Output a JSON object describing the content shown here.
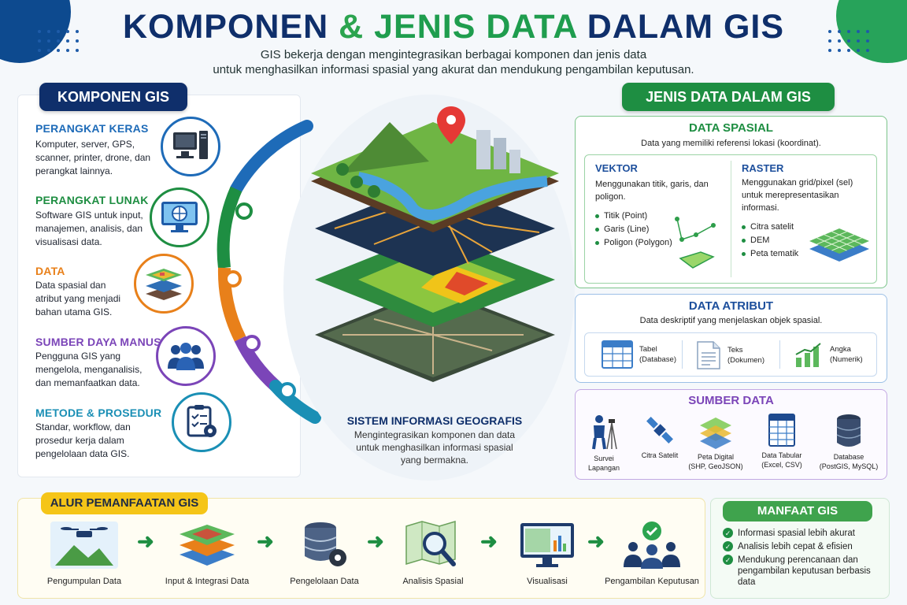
{
  "header": {
    "title_part1": "KOMPONEN",
    "title_amp": "&",
    "title_part2": "JENIS DATA",
    "title_part3": "DALAM GIS",
    "subtitle_line1": "GIS bekerja dengan mengintegrasikan berbagai komponen dan jenis data",
    "subtitle_line2": "untuk menghasilkan informasi spasial yang akurat dan mendukung pengambilan keputusan."
  },
  "components": {
    "heading": "KOMPONEN GIS",
    "items": [
      {
        "title": "PERANGKAT KERAS",
        "desc": "Komputer, server, GPS, scanner, printer, drone, dan perangkat lainnya.",
        "color": "#1e6bb8",
        "icon": "computer-icon"
      },
      {
        "title": "PERANGKAT LUNAK",
        "desc": "Software GIS untuk input, manajemen, analisis, dan visualisasi data.",
        "color": "#1e8e42",
        "icon": "monitor-globe-icon"
      },
      {
        "title": "DATA",
        "desc": "Data spasial dan atribut yang menjadi bahan utama GIS.",
        "color": "#e8801a",
        "icon": "map-layers-icon"
      },
      {
        "title": "SUMBER DAYA MANUSIA",
        "desc": "Pengguna GIS yang mengelola, menganalisis, dan memanfaatkan data.",
        "color": "#7b45b8",
        "icon": "people-icon"
      },
      {
        "title": "METODE & PROSEDUR",
        "desc": "Standar, workflow, dan prosedur kerja dalam pengelolaan data GIS.",
        "color": "#1a8fb5",
        "icon": "checklist-gear-icon"
      }
    ]
  },
  "center": {
    "title": "SISTEM INFORMASI GEOGRAFIS",
    "desc": "Mengintegrasikan komponen dan data untuk menghasilkan informasi spasial yang bermakna."
  },
  "data_types": {
    "heading": "JENIS DATA DALAM GIS",
    "spatial": {
      "title": "DATA SPASIAL",
      "desc": "Data yang memiliki referensi lokasi (koordinat).",
      "vector": {
        "title": "VEKTOR",
        "desc": "Menggunakan titik, garis, dan poligon.",
        "items": [
          "Titik (Point)",
          "Garis (Line)",
          "Poligon (Polygon)"
        ]
      },
      "raster": {
        "title": "RASTER",
        "desc": "Menggunakan grid/pixel (sel) untuk merepresentasikan informasi.",
        "items": [
          "Citra satelit",
          "DEM",
          "Peta tematik"
        ]
      }
    },
    "attribute": {
      "title": "DATA ATRIBUT",
      "desc": "Data deskriptif yang menjelaskan objek spasial.",
      "items": [
        {
          "label1": "Tabel",
          "label2": "(Database)",
          "icon": "table-icon"
        },
        {
          "label1": "Teks",
          "label2": "(Dokumen)",
          "icon": "document-icon"
        },
        {
          "label1": "Angka",
          "label2": "(Numerik)",
          "icon": "bar-chart-icon"
        }
      ]
    },
    "sources": {
      "title": "SUMBER DATA",
      "items": [
        {
          "label1": "Survei Lapangan",
          "label2": "",
          "icon": "surveyor-icon"
        },
        {
          "label1": "Citra Satelit",
          "label2": "",
          "icon": "satellite-icon"
        },
        {
          "label1": "Peta Digital",
          "label2": "(SHP, GeoJSON)",
          "icon": "digital-map-icon"
        },
        {
          "label1": "Data Tabular",
          "label2": "(Excel, CSV)",
          "icon": "spreadsheet-icon"
        },
        {
          "label1": "Database",
          "label2": "(PostGIS, MySQL)",
          "icon": "database-icon"
        }
      ]
    }
  },
  "flow": {
    "heading": "ALUR PEMANFAATAN GIS",
    "steps": [
      {
        "label": "Pengumpulan Data",
        "icon": "drone-icon"
      },
      {
        "label": "Input & Integrasi Data",
        "icon": "layers-icon"
      },
      {
        "label": "Pengelolaan Data",
        "icon": "database-gear-icon"
      },
      {
        "label": "Analisis Spasial",
        "icon": "map-magnifier-icon"
      },
      {
        "label": "Visualisasi",
        "icon": "dashboard-icon"
      },
      {
        "label": "Pengambilan Keputusan",
        "icon": "team-check-icon"
      }
    ]
  },
  "benefits": {
    "heading": "MANFAAT GIS",
    "items": [
      "Informasi spasial lebih akurat",
      "Analisis lebih cepat & efisien",
      "Mendukung perencanaan dan pengambilan keputusan berbasis data"
    ]
  },
  "colors": {
    "navy": "#0f2f6b",
    "green": "#1e8e42",
    "orange": "#e8801a",
    "purple": "#7b45b8",
    "teal": "#1a8fb5",
    "blue": "#1e6bb8"
  }
}
